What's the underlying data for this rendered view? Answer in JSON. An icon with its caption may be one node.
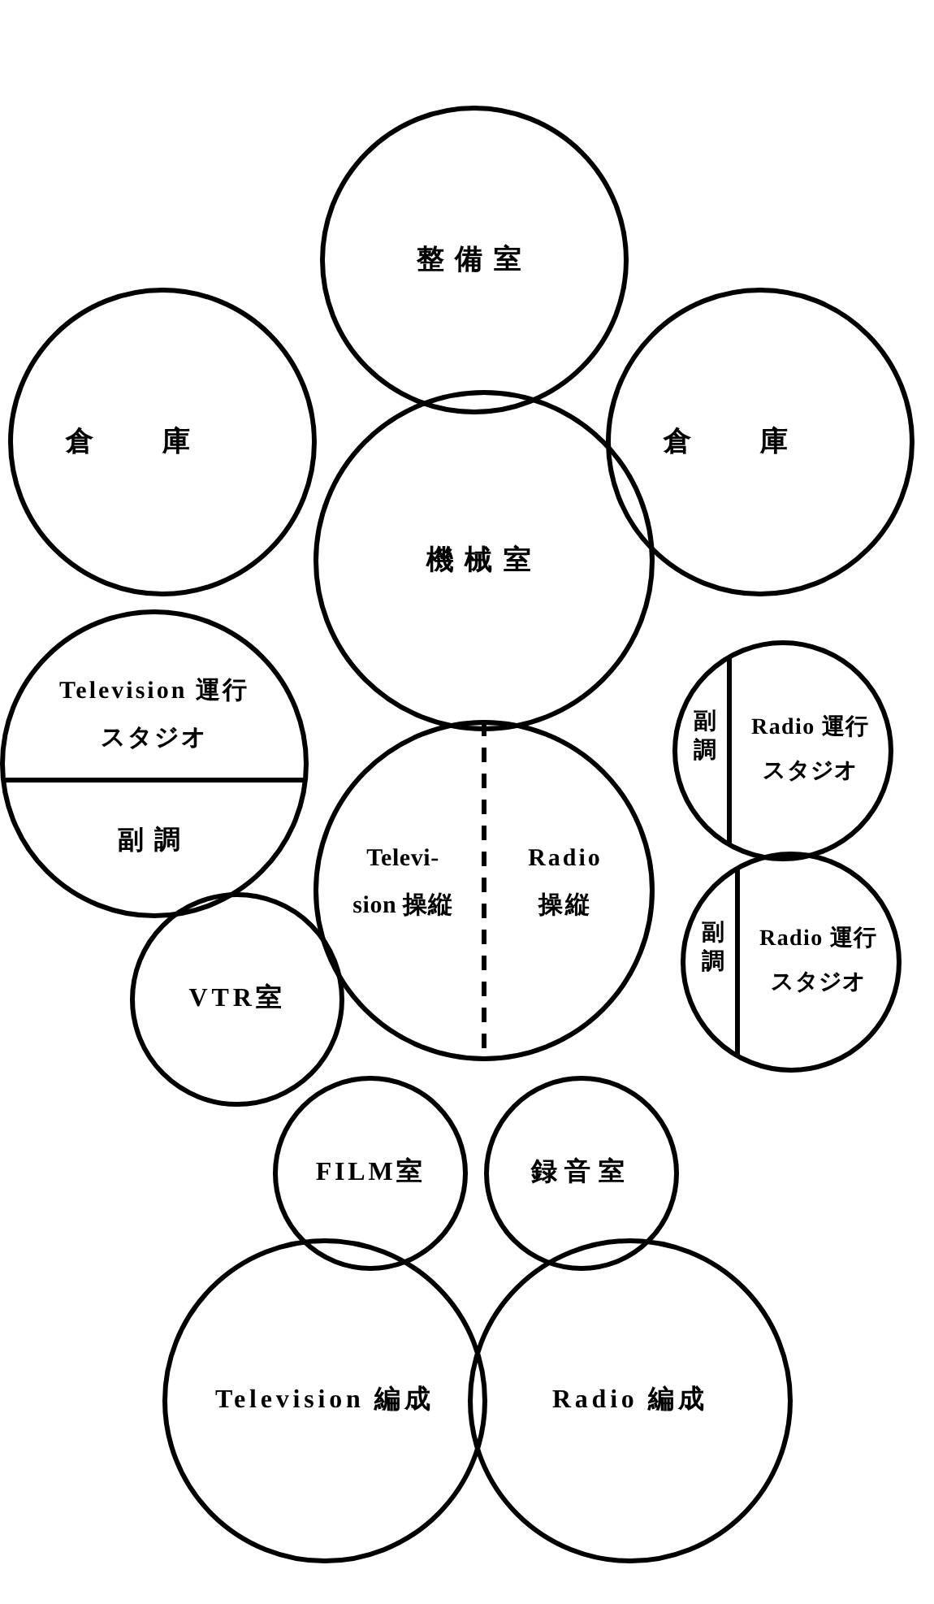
{
  "diagram": {
    "nodes": [
      {
        "text": [
          "整備室"
        ]
      },
      {
        "text": [
          "倉庫"
        ]
      },
      {
        "text": [
          "倉庫"
        ]
      },
      {
        "text": [
          "機械室"
        ]
      },
      {
        "text": [
          "Television 運行スタジオ",
          "副調"
        ]
      },
      {
        "text": [
          "Televi- sion 操縦",
          "Radio 操縦"
        ]
      },
      {
        "text": [
          "副調",
          "Radio 運行スタジオ"
        ]
      },
      {
        "text": [
          "副調",
          "Radio 運行スタジオ"
        ]
      },
      {
        "text": [
          "VTR室"
        ]
      },
      {
        "text": [
          "FILM室"
        ]
      },
      {
        "text": [
          "録音室"
        ]
      },
      {
        "text": [
          "Television 編成"
        ]
      },
      {
        "text": [
          "Radio 編成"
        ]
      }
    ]
  }
}
